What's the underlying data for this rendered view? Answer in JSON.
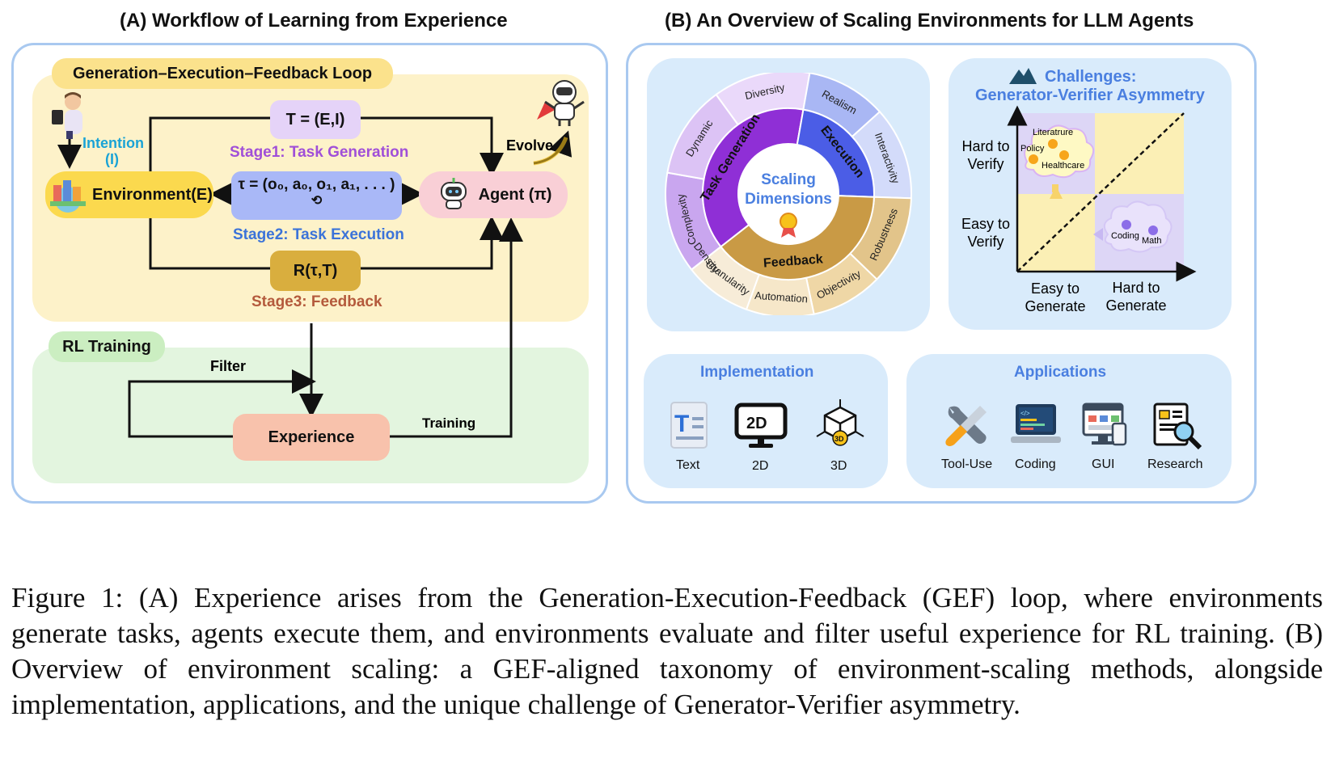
{
  "panel_a": {
    "title": "(A) Workflow of Learning from Experience",
    "gef_loop_label": "Generation–Execution–Feedback Loop",
    "task_box": "T = (E,I)",
    "stage1": "Stage1: Task Generation",
    "intention": "Intention",
    "intention_sym": "(I)",
    "environment": "Environment(E)",
    "trajectory": "τ = (o₀, a₀, o₁, a₁, . . . )",
    "agent": "Agent (π)",
    "evolve": "Evolve",
    "stage2": "Stage2: Task Execution",
    "reward_box": "R(τ,T)",
    "stage3": "Stage3: Feedback",
    "rl_label": "RL Training",
    "filter": "Filter",
    "experience": "Experience",
    "training": "Training",
    "colors": {
      "stage1": "#a04fd8",
      "stage2": "#3b73d9",
      "stage3": "#b45a3c",
      "intention": "#1aa3d6"
    }
  },
  "panel_b": {
    "title": "(B) An Overview of Scaling Environments for LLM Agents",
    "wheel": {
      "center_line1": "Scaling",
      "center_line2": "Dimensions",
      "inner": [
        "Task Generation",
        "Execution",
        "Feedback"
      ],
      "outer": [
        "Complexity",
        "Dynamic",
        "Diversity",
        "Realism",
        "Interactivity",
        "Robustness",
        "Objectivity",
        "Automation",
        "Granularity",
        "Density"
      ]
    },
    "challenges": {
      "title1": "Challenges:",
      "title2": "Generator-Verifier Asymmetry",
      "y_hard": [
        "Hard to",
        "Verify"
      ],
      "y_easy": [
        "Easy to",
        "Verify"
      ],
      "x_easy": [
        "Easy to",
        "Generate"
      ],
      "x_hard": [
        "Hard to",
        "Generate"
      ],
      "cloud1": [
        "Literatrure",
        "Policy",
        "Healthcare"
      ],
      "cloud2": [
        "Coding",
        "Math"
      ]
    },
    "implementation": {
      "title": "Implementation",
      "items": [
        {
          "label": "Text",
          "icon": "text-doc-icon"
        },
        {
          "label": "2D",
          "icon": "monitor-2d-icon"
        },
        {
          "label": "3D",
          "icon": "cube-3d-icon"
        }
      ]
    },
    "applications": {
      "title": "Applications",
      "items": [
        {
          "label": "Tool-Use",
          "icon": "wrench-screwdriver-icon"
        },
        {
          "label": "Coding",
          "icon": "laptop-code-icon"
        },
        {
          "label": "GUI",
          "icon": "gui-window-icon"
        },
        {
          "label": "Research",
          "icon": "research-magnifier-icon"
        }
      ]
    }
  },
  "caption": "Figure 1: (A) Experience arises from the Generation-Execution-Feedback (GEF) loop, where environments generate tasks, agents execute them, and environments evaluate and filter useful experience for RL training. (B) Overview of environment scaling: a GEF-aligned taxonomy of environment-scaling methods, alongside implementation, applications, and the unique challenge of Generator-Verifier asymmetry."
}
